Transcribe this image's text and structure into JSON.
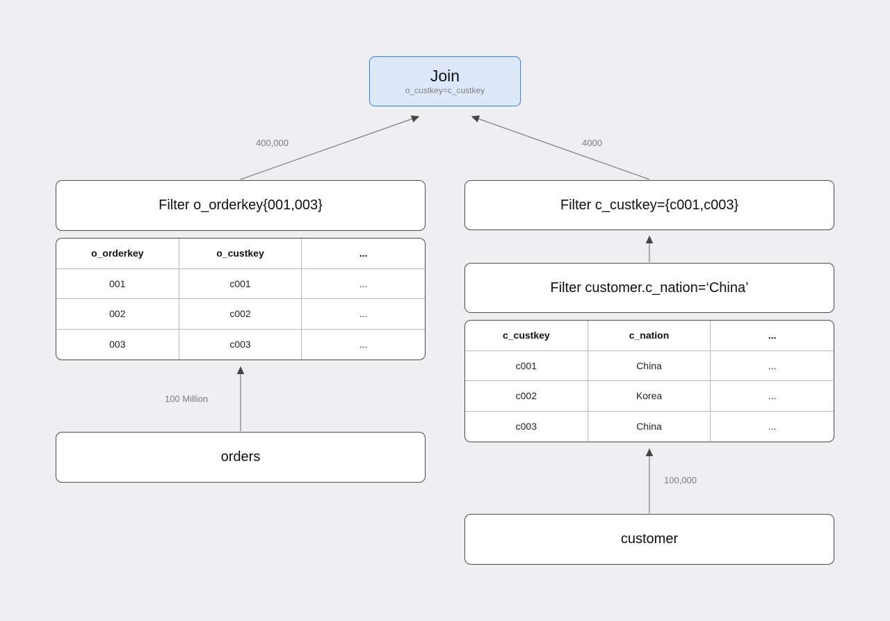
{
  "join_node": {
    "title": "Join",
    "condition": "o_custkey=c_custkey"
  },
  "left": {
    "filter_label": "Filter o_orderkey{001,003}",
    "table": {
      "headers": [
        "o_orderkey",
        "o_custkey",
        "..."
      ],
      "rows": [
        [
          "001",
          "c001",
          "..."
        ],
        [
          "002",
          "c002",
          "..."
        ],
        [
          "003",
          "c003",
          "..."
        ]
      ]
    },
    "source_label": "orders",
    "edge_to_join_label": "400,000",
    "edge_from_source_label": "100 Million"
  },
  "right": {
    "filter_custkey_label": "Filter c_custkey={c001,c003}",
    "filter_nation_label": "Filter customer.c_nation=‘China’",
    "table": {
      "headers": [
        "c_custkey",
        "c_nation",
        "..."
      ],
      "rows": [
        [
          "c001",
          "China",
          "..."
        ],
        [
          "c002",
          "Korea",
          "..."
        ],
        [
          "c003",
          "China",
          "..."
        ]
      ]
    },
    "source_label": "customer",
    "edge_to_join_label": "4000",
    "edge_from_source_label": "100,000"
  },
  "colors": {
    "background": "#efeff1",
    "join_fill": "#dde9fb",
    "join_border": "#2e7cf5",
    "node_border": "#4a4a4a",
    "grid_line": "#b9b9b9",
    "edge_line": "#7d7d7d",
    "arrowhead": "#454545"
  }
}
